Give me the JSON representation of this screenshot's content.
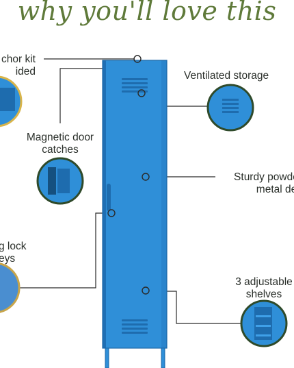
{
  "header": {
    "title": "why you'll love this"
  },
  "features": {
    "anchor_kit": {
      "line1": "chor kit",
      "line2": "ided"
    },
    "ventilated": {
      "line1": "Ventilated storage"
    },
    "magnetic": {
      "line1": "Magnetic door",
      "line2": "catches"
    },
    "powder": {
      "line1": "Sturdy powder",
      "line2": "metal des"
    },
    "lock": {
      "line1": "g lock",
      "line2": "eys"
    },
    "shelves": {
      "line1": "3 adjustable",
      "line2": "shelves"
    }
  },
  "colors": {
    "title": "#5f7a3a",
    "locker_blue": "#2f8fd8",
    "locker_dark": "#1f6fb4",
    "inset_ring_green": "#2f4a2a",
    "inset_ring_gold": "#d8b44a"
  }
}
